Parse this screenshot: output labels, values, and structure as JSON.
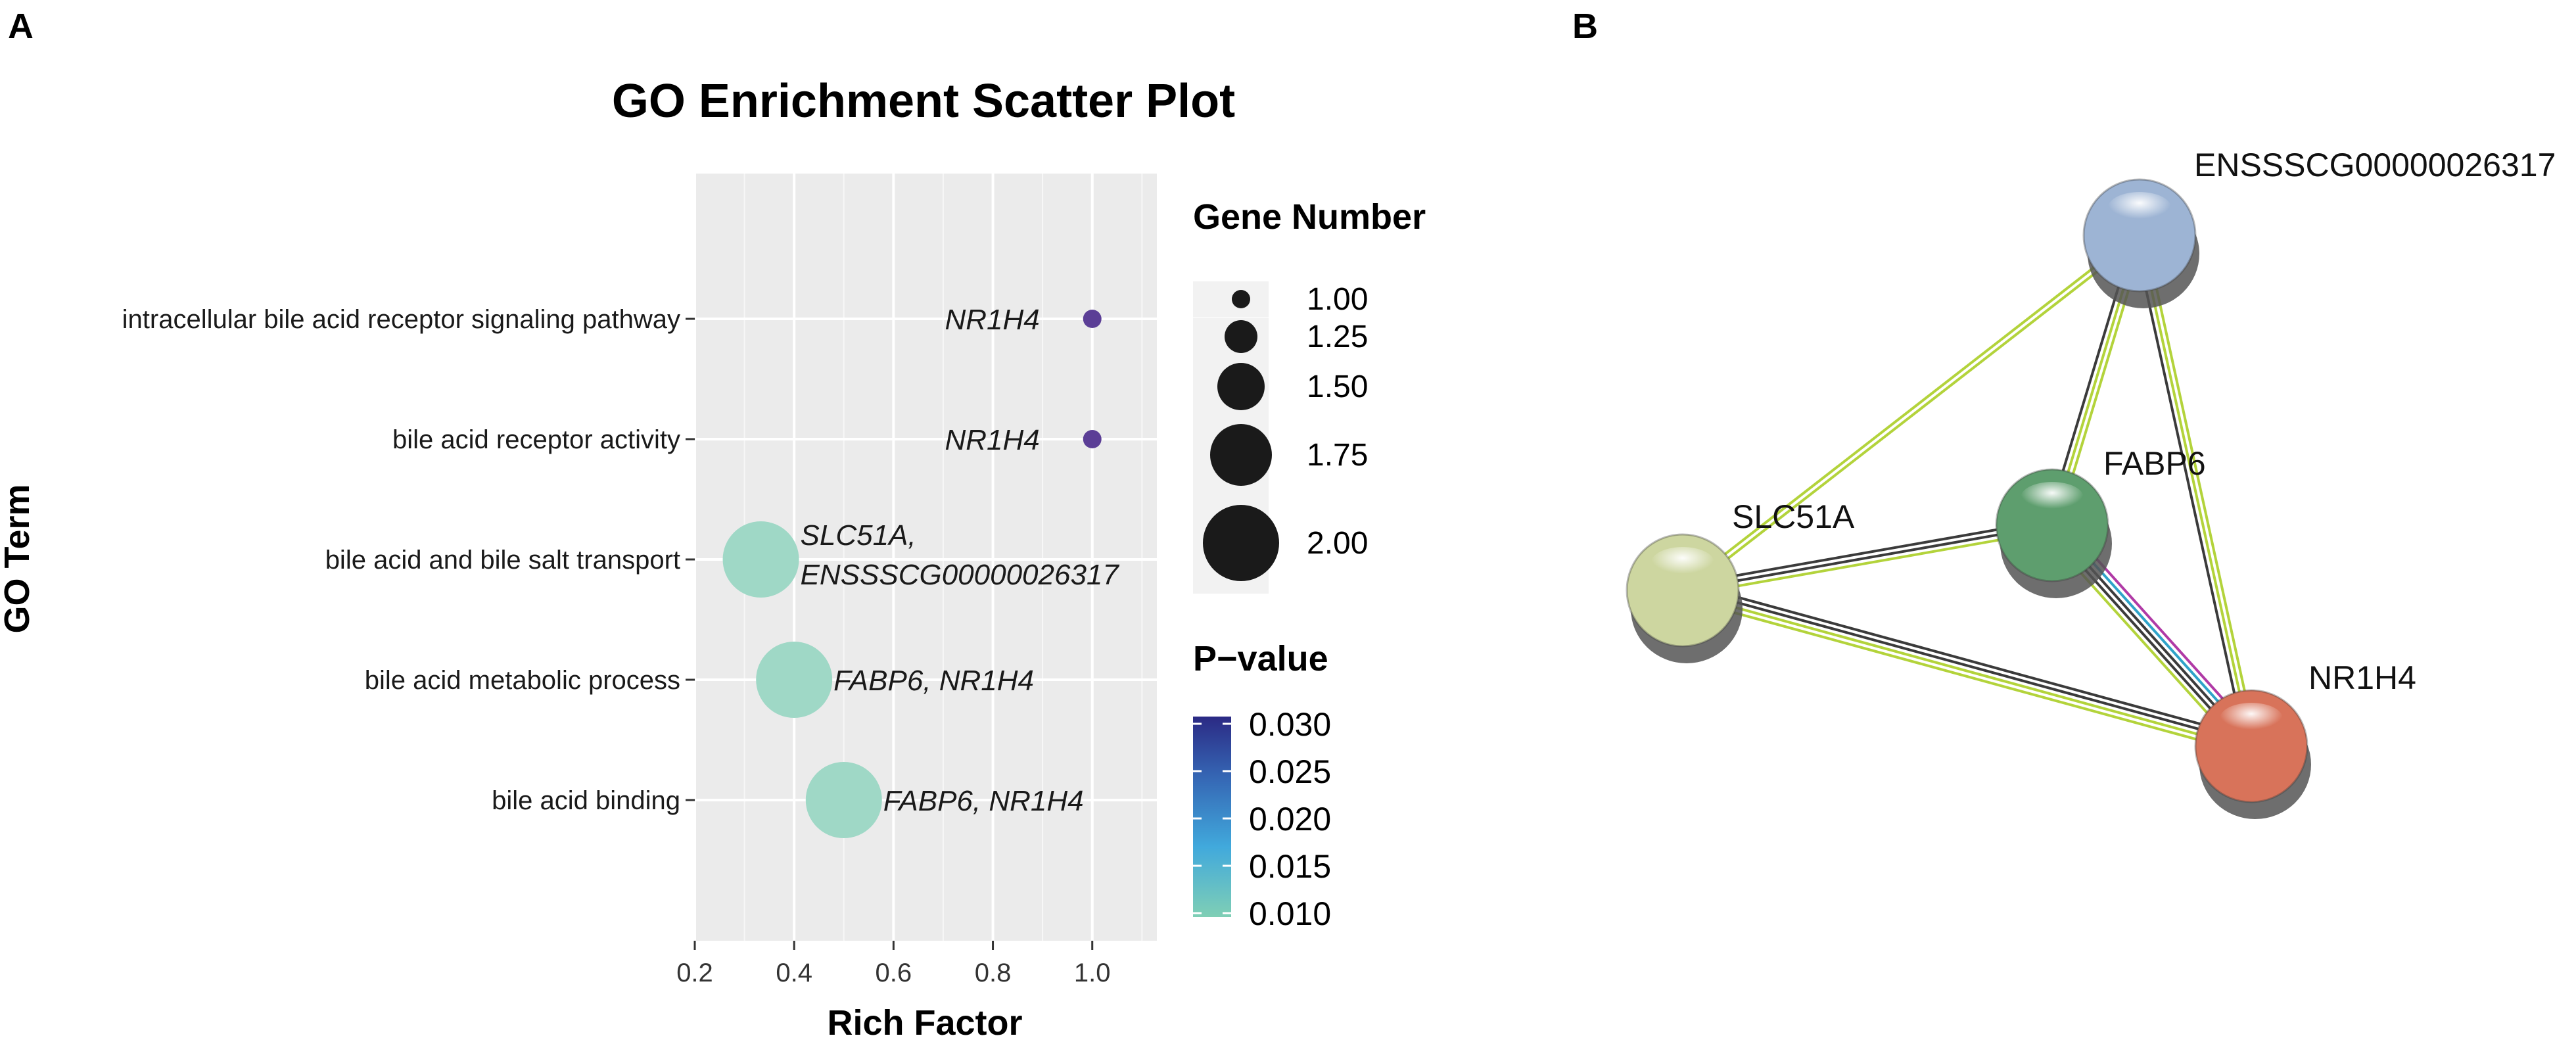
{
  "panels": {
    "a_label": "A",
    "b_label": "B"
  },
  "chart_data": {
    "type": "scatter",
    "title": "GO Enrichment Scatter Plot",
    "xlabel": "Rich Factor",
    "ylabel": "GO Term",
    "xlim": [
      0.2,
      1.13
    ],
    "x_ticks": [
      "0.2",
      "0.4",
      "0.6",
      "0.8",
      "1.0"
    ],
    "grid": true,
    "categories": [
      "intracellular bile acid receptor signaling pathway",
      "bile acid receptor activity",
      "bile acid and bile salt transport",
      "bile acid metabolic process",
      "bile acid binding"
    ],
    "points": [
      {
        "term": "intracellular bile acid receptor signaling pathway",
        "rich_factor": 1.0,
        "gene_number": 1,
        "p_value": 0.03,
        "genes": [
          "NR1H4"
        ]
      },
      {
        "term": "bile acid receptor activity",
        "rich_factor": 1.0,
        "gene_number": 1,
        "p_value": 0.03,
        "genes": [
          "NR1H4"
        ]
      },
      {
        "term": "bile acid and bile salt transport",
        "rich_factor": 0.333,
        "gene_number": 2,
        "p_value": 0.01,
        "genes": [
          "SLC51A,",
          "ENSSSCG00000026317"
        ]
      },
      {
        "term": "bile acid metabolic process",
        "rich_factor": 0.4,
        "gene_number": 2,
        "p_value": 0.01,
        "genes": [
          "FABP6, NR1H4"
        ]
      },
      {
        "term": "bile acid binding",
        "rich_factor": 0.5,
        "gene_number": 2,
        "p_value": 0.01,
        "genes": [
          "FABP6, NR1H4"
        ]
      }
    ],
    "size_legend": {
      "title": "Gene Number",
      "values": [
        1.0,
        1.25,
        1.5,
        1.75,
        2.0
      ],
      "labels": [
        "1.00",
        "1.25",
        "1.50",
        "1.75",
        "2.00"
      ]
    },
    "color_legend": {
      "title": "P−value",
      "min": 0.01,
      "max": 0.03,
      "labels": [
        "0.030",
        "0.025",
        "0.020",
        "0.015",
        "0.010"
      ],
      "colors": [
        "#7fcfb5",
        "#41a9dc",
        "#3566b4",
        "#2b2a84"
      ]
    },
    "colors": {
      "panel_bg": "#ebebeb",
      "grid": "#ffffff",
      "high_p": "#5b3e96",
      "low_p": "#9fd8c6"
    }
  },
  "network": {
    "nodes": [
      {
        "id": "ENSSSCG00000026317",
        "label": "ENSSSCG00000026317",
        "color": "#9db4d4"
      },
      {
        "id": "FABP6",
        "label": "FABP6",
        "color": "#5e9e6e"
      },
      {
        "id": "SLC51A",
        "label": "SLC51A",
        "color": "#cdd6a0"
      },
      {
        "id": "NR1H4",
        "label": "NR1H4",
        "color": "#d8735a"
      }
    ],
    "edges": [
      {
        "from": "SLC51A",
        "to": "ENSSSCG00000026317",
        "lines": [
          "#b3d33b",
          "#b3d33b"
        ]
      },
      {
        "from": "FABP6",
        "to": "ENSSSCG00000026317",
        "lines": [
          "#3b3b3b",
          "#b3d33b",
          "#b3d33b"
        ]
      },
      {
        "from": "NR1H4",
        "to": "ENSSSCG00000026317",
        "lines": [
          "#3b3b3b",
          "#b3d33b",
          "#b3d33b"
        ]
      },
      {
        "from": "SLC51A",
        "to": "FABP6",
        "lines": [
          "#3b3b3b",
          "#3b3b3b",
          "#b3d33b"
        ]
      },
      {
        "from": "SLC51A",
        "to": "NR1H4",
        "lines": [
          "#3b3b3b",
          "#3b3b3b",
          "#b3d33b",
          "#b3d33b"
        ]
      },
      {
        "from": "FABP6",
        "to": "NR1H4",
        "lines": [
          "#b03aa6",
          "#2fa3c9",
          "#3b3b3b",
          "#3b3b3b",
          "#b3d33b"
        ]
      }
    ]
  }
}
